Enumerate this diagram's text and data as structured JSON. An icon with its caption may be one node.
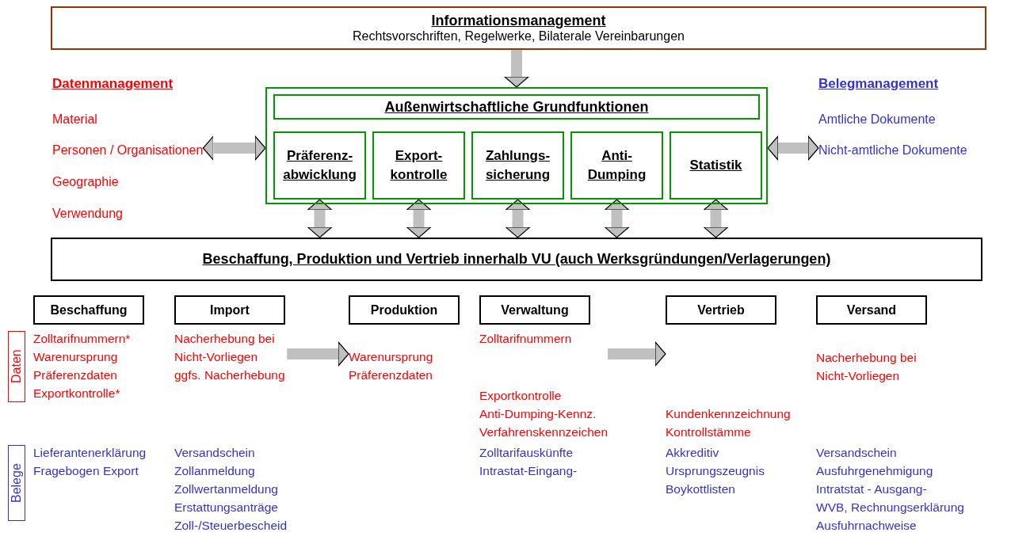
{
  "diagram": {
    "nodes": [
      {
        "text": [
          "Informationsmanagement",
          "Rechtsvorschriften, Regelwerke,  Bilaterale Vereinbarungen"
        ]
      },
      {
        "text": [],
        "shape": "box"
      },
      {
        "text": [
          "Außenwirtschaftliche Grundfunktionen"
        ],
        "in": 1
      },
      {
        "text": [
          "Präferenz- abwicklung"
        ],
        "in": 1
      },
      {
        "text": [
          "Export- kontrolle"
        ],
        "in": 1
      },
      {
        "text": [
          "Zahlungs- sicherung"
        ],
        "in": 1
      },
      {
        "text": [
          "Anti- Dumping"
        ],
        "in": 1
      },
      {
        "text": [
          "Statistik"
        ],
        "in": 1
      },
      {
        "text": [
          "Datenmanagement",
          "Material",
          "Personen / Organisationen",
          "Geographie",
          "Verwendung"
        ]
      },
      {
        "text": [
          "Belegmanagement",
          "Amtliche Dokumente",
          "Nicht-amtliche Dokumente"
        ]
      },
      {
        "text": [
          "Beschaffung, Produktion und Vertrieb innerhalb VU (auch Werksgründungen/Verlagerungen)"
        ]
      },
      {
        "text": [
          "Beschaffung"
        ],
        "beside": [
          "Zolltarifnummern*",
          "Warenursprung",
          "Präferenzdaten",
          "Exportkontrolle*",
          "Lieferantenerklärung",
          "Fragebogen Export"
        ]
      },
      {
        "text": [
          "Import"
        ],
        "beside": [
          "Nacherhebung bei",
          "Nicht-Vorliegen",
          "ggfs. Nacherhebung",
          "Versandschein",
          "Zollanmeldung",
          "Zollwertanmeldung",
          "Erstattungsanträge",
          "Zoll-/Steuerbescheid"
        ]
      },
      {
        "text": [
          "Produktion"
        ],
        "beside": [
          "Warenursprung",
          "Präferenzdaten"
        ]
      },
      {
        "text": [
          "Verwaltung"
        ],
        "beside": [
          "Zolltarifnummern",
          "Exportkontrolle",
          "Anti-Dumping-Kennz.",
          "Verfahrenskennzeichen",
          "Zolltarifauskünfte",
          "Intrastat-Eingang-"
        ]
      },
      {
        "text": [
          "Vertrieb"
        ],
        "beside": [
          "Kundenkennzeichnung",
          "Kontrollstämme",
          "Akkreditiv",
          "Ursprungszeugnis",
          "Boykottlisten"
        ]
      },
      {
        "text": [
          "Versand"
        ],
        "beside": [
          "Nacherhebung bei",
          "Nicht-Vorliegen",
          "Versandschein",
          "Ausfuhrgenehmigung",
          "Intratstat - Ausgang-",
          "WVB, Rechnungserklärung",
          "Ausfuhrnachweise"
        ]
      },
      {
        "text": [
          "Daten"
        ]
      },
      {
        "text": [
          "Belege"
        ]
      }
    ],
    "edges": [
      {
        "from": 0,
        "to": 1,
        "arrow": "to"
      },
      {
        "from": 8,
        "to": 1,
        "arrow": "both"
      },
      {
        "from": 1,
        "to": 9,
        "arrow": "both"
      },
      {
        "from": 3,
        "to": 10,
        "arrow": "both"
      },
      {
        "from": 4,
        "to": 10,
        "arrow": "both"
      },
      {
        "from": 5,
        "to": 10,
        "arrow": "both"
      },
      {
        "from": 6,
        "to": 10,
        "arrow": "both"
      },
      {
        "from": 7,
        "to": 10,
        "arrow": "both"
      },
      {
        "from": 12,
        "to": 13,
        "arrow": "to"
      },
      {
        "from": 14,
        "to": 15,
        "arrow": "to"
      }
    ]
  }
}
